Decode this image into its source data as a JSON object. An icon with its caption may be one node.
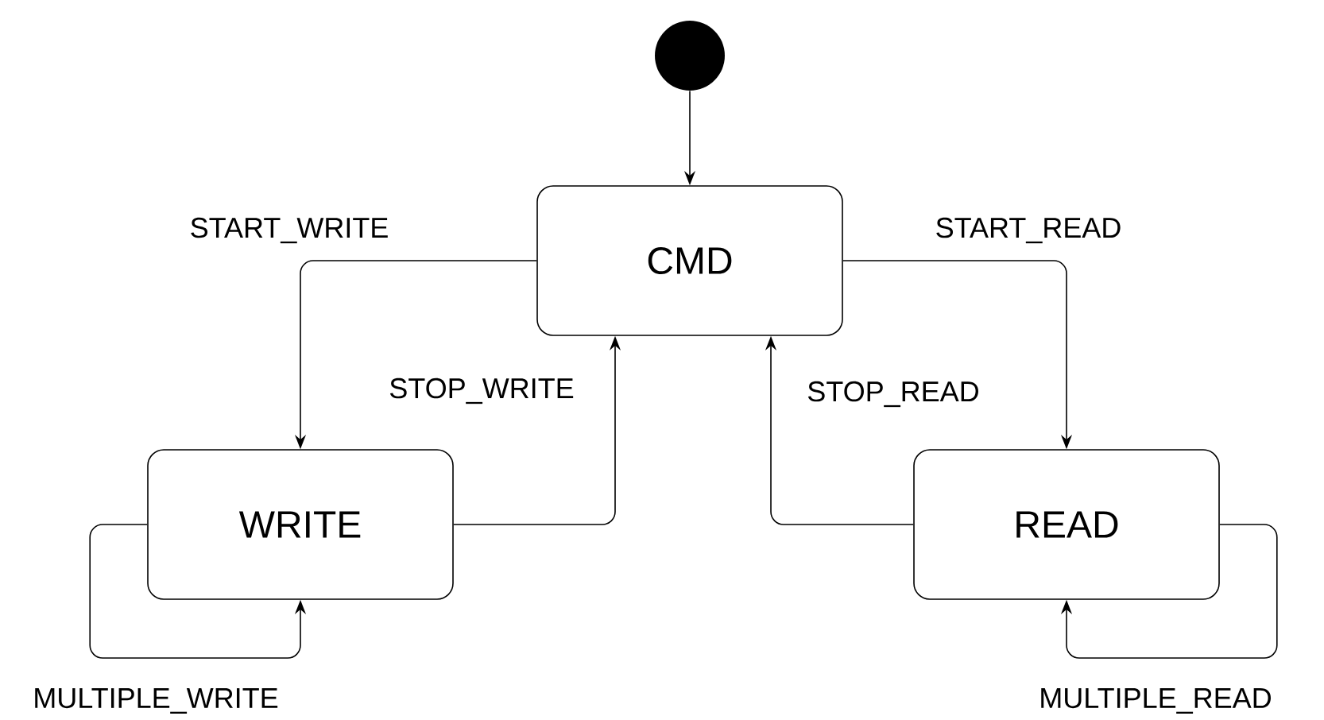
{
  "diagram": {
    "nodes": [
      {
        "text": [],
        "shape": "circle"
      },
      {
        "text": [
          "CMD"
        ]
      },
      {
        "text": [
          "WRITE"
        ]
      },
      {
        "text": [
          "READ"
        ]
      }
    ],
    "edges": [
      {
        "from": 0,
        "to": 1,
        "arrow": "to"
      },
      {
        "from": 1,
        "to": 2,
        "arrow": "to",
        "label": "START_WRITE"
      },
      {
        "from": 2,
        "to": 1,
        "arrow": "to",
        "label": "STOP_WRITE"
      },
      {
        "from": 1,
        "to": 3,
        "arrow": "to",
        "label": "START_READ"
      },
      {
        "from": 3,
        "to": 1,
        "arrow": "to",
        "label": "STOP_READ"
      },
      {
        "from": 2,
        "to": 2,
        "arrow": "to",
        "label": "MULTIPLE_WRITE"
      },
      {
        "from": 3,
        "to": 3,
        "arrow": "to",
        "label": "MULTIPLE_READ"
      }
    ]
  }
}
